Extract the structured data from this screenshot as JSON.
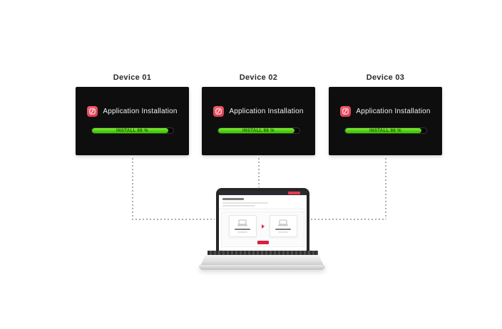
{
  "illustration": {
    "devices": [
      {
        "title": "Device 01",
        "app_label": "Application Installation",
        "progress_label": "INSTALL 86 %",
        "progress_percent": 94
      },
      {
        "title": "Device 02",
        "app_label": "Application Installation",
        "progress_label": "INSTALL 86 %",
        "progress_percent": 94
      },
      {
        "title": "Device 03",
        "app_label": "Application Installation",
        "progress_label": "INSTALL 86 %",
        "progress_percent": 94
      }
    ],
    "icons": {
      "app_icon": "red-rounded-square-slash-icon",
      "mini_laptop_icon": "laptop-outline-icon",
      "transfer_icon": "red-arrow-right-icon"
    },
    "colors": {
      "background": "#ffffff",
      "device_screen_bg": "#0e0e0e",
      "device_title_text": "#2b2b2b",
      "app_label_text": "#f3f3f3",
      "app_icon_red": "#e8475c",
      "progress_green": "#47d309",
      "progress_text_green": "#1d5c00",
      "connector_gray": "#aeaeae",
      "laptop_accent_red": "#d6213f",
      "laptop_navbar_bg": "#2a2a33"
    }
  }
}
